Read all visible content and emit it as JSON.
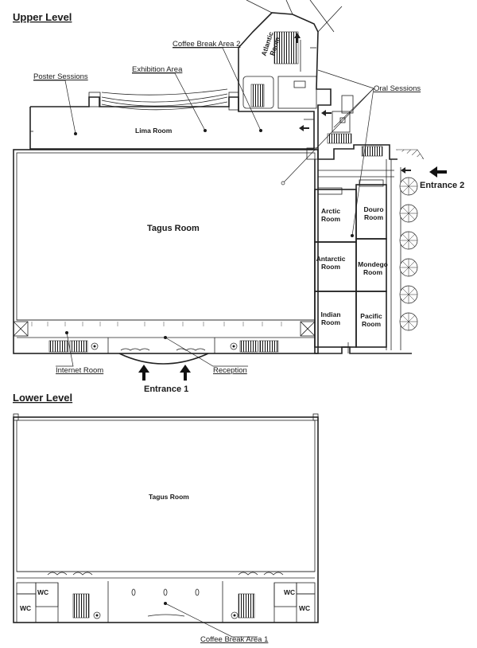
{
  "upper_level": {
    "title": "Upper Level",
    "callouts": {
      "poster_sessions": "Poster Sessions",
      "exhibition_area": "Exhibition Area",
      "coffee_break_2": "Coffee Break Area 2",
      "oral_sessions": "Oral Sessions",
      "internet_room": "Internet Room",
      "reception": "Reception"
    },
    "rooms": {
      "lima": "Lima Room",
      "tagus": "Tagus Room",
      "atlantic_1": "Atlantic",
      "atlantic_2": "Room",
      "arctic_1": "Arctic",
      "arctic_2": "Room",
      "douro_1": "Douro",
      "douro_2": "Room",
      "antarctic_1": "Antarctic",
      "antarctic_2": "Room",
      "mondego_1": "Mondego",
      "mondego_2": "Room",
      "indian_1": "Indian",
      "indian_2": "Room",
      "pacific_1": "Pacific",
      "pacific_2": "Room"
    },
    "entrance_1": "Entrance 1",
    "entrance_2": "Entrance 2"
  },
  "lower_level": {
    "title": "Lower Level",
    "rooms": {
      "tagus": "Tagus Room"
    },
    "wc_label": "WC",
    "callouts": {
      "coffee_break_1": "Coffee Break Area 1"
    }
  },
  "icons": [
    "arrow-up-icon",
    "arrow-left-icon",
    "stairs-icon",
    "elevator-icon"
  ]
}
